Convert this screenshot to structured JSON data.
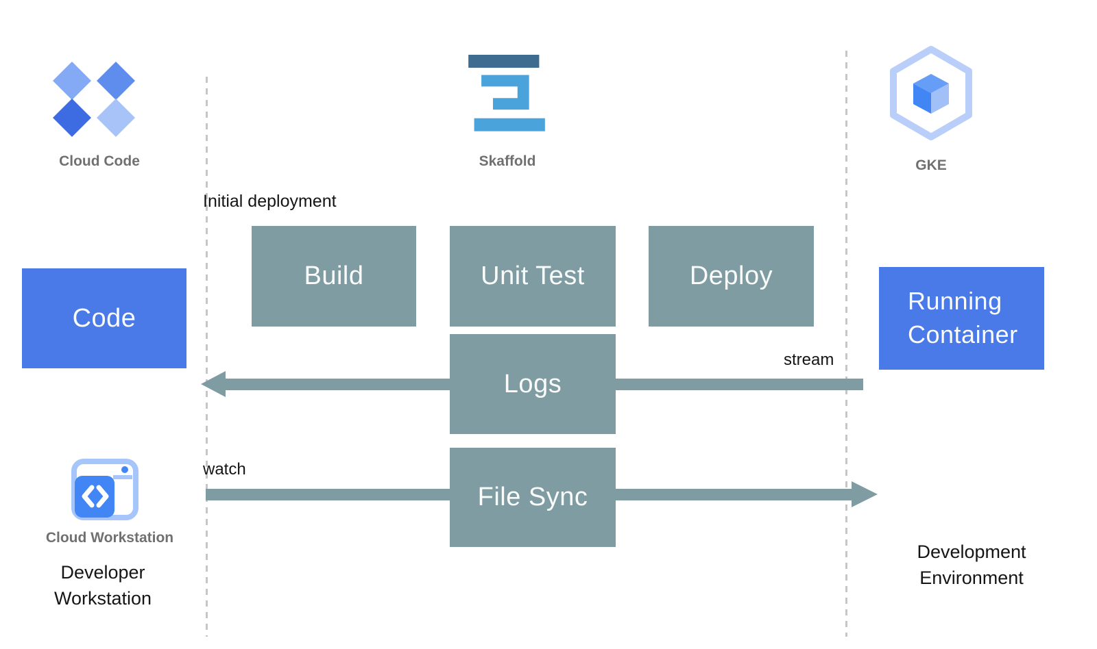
{
  "colors": {
    "blue_box": "#4A79E8",
    "teal_box": "#7E9CA2",
    "skaffold_dark": "#3E6C90",
    "skaffold_light": "#4BA3DB",
    "gke_outline": "#B9CEF9",
    "google_blue": "#4285F4",
    "label_gray": "#707070",
    "text_black": "#151515",
    "dashed_divider": "#C6C6C6"
  },
  "logos": {
    "cloud_code": {
      "label": "Cloud Code",
      "icon": "cloud-code-diamonds-icon"
    },
    "skaffold": {
      "label": "Skaffold",
      "icon": "skaffold-icon"
    },
    "gke": {
      "label": "GKE",
      "icon": "gke-hexagon-cube-icon"
    },
    "cloud_workstation": {
      "label": "Cloud Workstation",
      "icon": "cloud-workstation-icon"
    }
  },
  "nodes": {
    "code": {
      "label": "Code"
    },
    "build": {
      "label": "Build"
    },
    "unit_test": {
      "label": "Unit Test"
    },
    "deploy": {
      "label": "Deploy"
    },
    "logs": {
      "label": "Logs"
    },
    "file_sync": {
      "label": "File Sync"
    },
    "running_container": {
      "label": "Running Container"
    }
  },
  "annotations": {
    "initial_deployment": "Initial deployment",
    "stream": "stream",
    "watch": "watch"
  },
  "captions": {
    "developer_workstation": "Developer Workstation",
    "development_environment": "Development Environment"
  }
}
